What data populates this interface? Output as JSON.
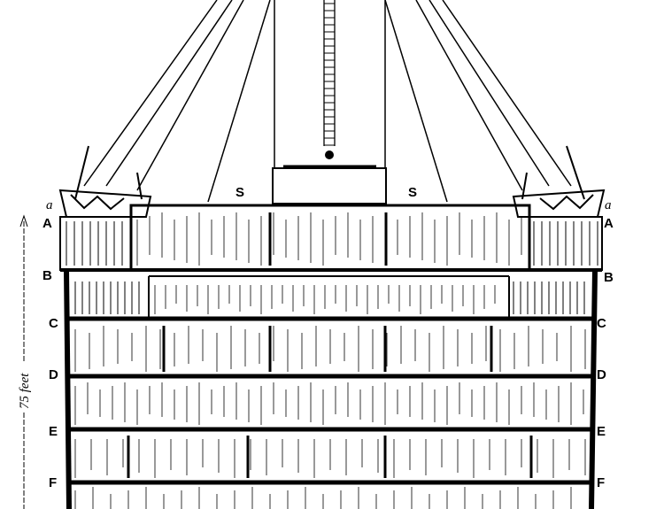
{
  "colors": {
    "ink": "#000000",
    "paper": "#ffffff"
  },
  "labels": {
    "boat_mark": "a",
    "decks": [
      "A",
      "B",
      "C",
      "D",
      "E",
      "F"
    ],
    "superstructure": "S",
    "height_scale": "75 feet"
  }
}
